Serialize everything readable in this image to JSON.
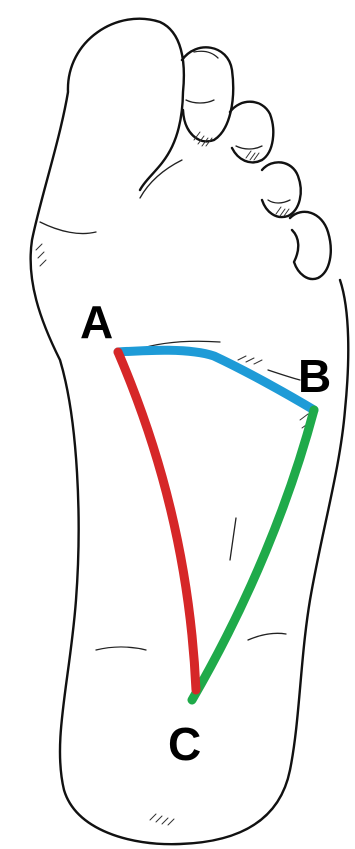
{
  "points": {
    "a": {
      "label": "A"
    },
    "b": {
      "label": "B"
    },
    "c": {
      "label": "C"
    }
  },
  "colors": {
    "ab": "#1e9bd7",
    "bc": "#1faa4a",
    "ac": "#d62728",
    "outline": "#111111",
    "background": "#ffffff"
  }
}
